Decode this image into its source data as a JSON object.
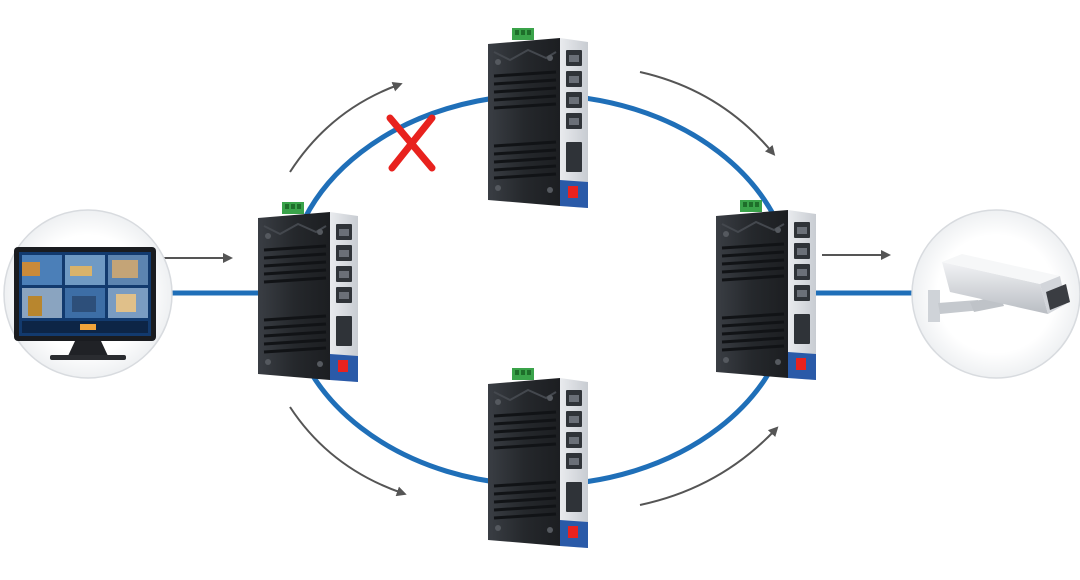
{
  "diagram": {
    "kind": "redundant ring network",
    "nodes": [
      {
        "id": "monitor",
        "label": "",
        "icon": "monitor-icon"
      },
      {
        "id": "switch-left",
        "label": "",
        "icon": "industrial-switch-icon"
      },
      {
        "id": "switch-top",
        "label": "",
        "icon": "industrial-switch-icon"
      },
      {
        "id": "switch-right",
        "label": "",
        "icon": "industrial-switch-icon"
      },
      {
        "id": "switch-bottom",
        "label": "",
        "icon": "industrial-switch-icon"
      },
      {
        "id": "camera",
        "label": "",
        "icon": "cctv-camera-icon"
      }
    ],
    "links": [
      {
        "from": "monitor",
        "to": "switch-left"
      },
      {
        "from": "switch-left",
        "to": "switch-top",
        "status": "broken"
      },
      {
        "from": "switch-top",
        "to": "switch-right"
      },
      {
        "from": "switch-left",
        "to": "switch-bottom"
      },
      {
        "from": "switch-bottom",
        "to": "switch-right"
      },
      {
        "from": "switch-right",
        "to": "camera"
      }
    ],
    "colors": {
      "ring": "#1f6fb8",
      "arrow": "#555555",
      "failure": "#e8221e",
      "switch_body": "#2a2d31",
      "switch_accent": "#2a5aa8"
    }
  }
}
